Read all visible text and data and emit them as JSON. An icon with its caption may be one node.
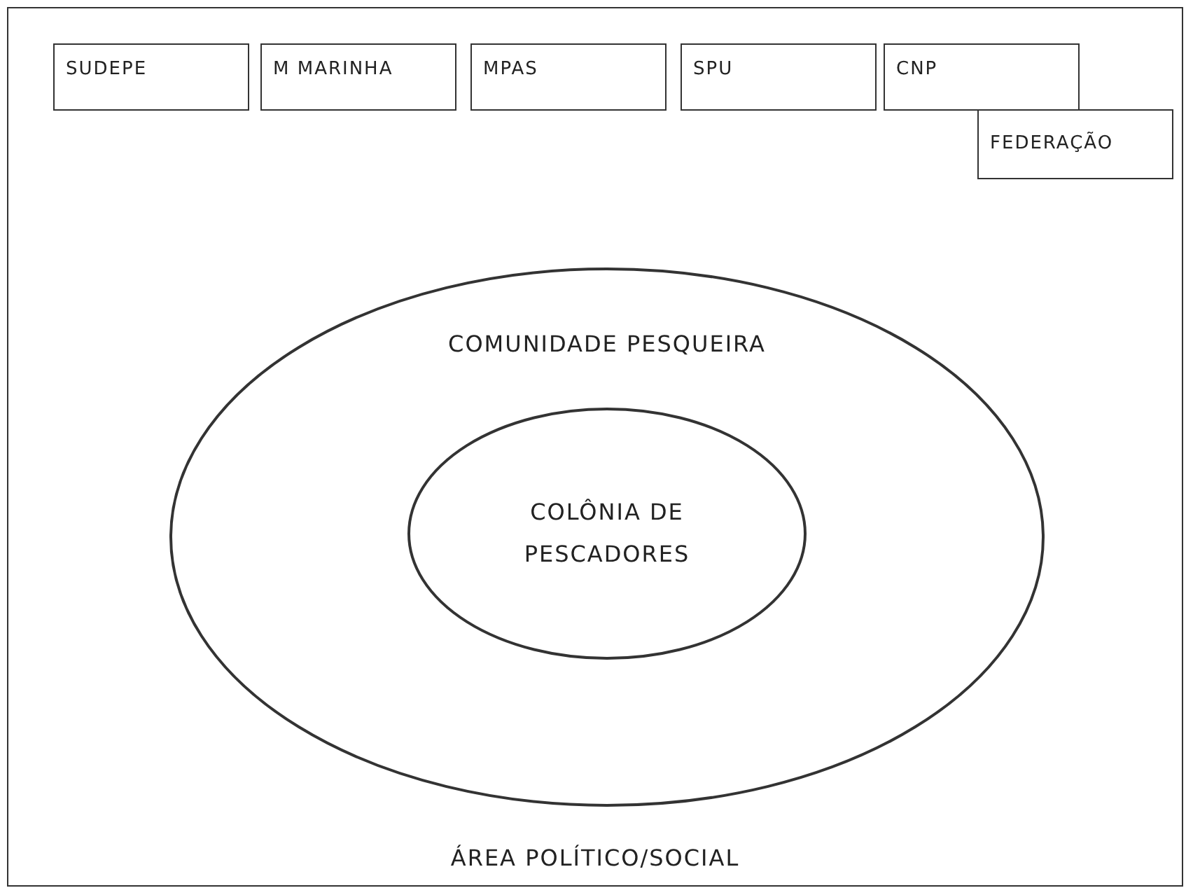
{
  "diagram": {
    "nodes": [
      {
        "text": [
          "ÁREA POLÍTICO/SOCIAL"
        ]
      },
      {
        "text": [
          "SUDEPE"
        ],
        "in": 0
      },
      {
        "text": [
          "M MARINHA"
        ],
        "in": 0
      },
      {
        "text": [
          "MPAS"
        ],
        "in": 0
      },
      {
        "text": [
          "SPU"
        ],
        "in": 0
      },
      {
        "text": [
          "CNP"
        ],
        "in": 0
      },
      {
        "text": [
          "FEDERAÇÃO"
        ],
        "in": 0
      },
      {
        "text": [
          "COMUNIDADE PESQUEIRA"
        ],
        "in": 0
      },
      {
        "text": [
          "COLÔNIA DE PESCADORES"
        ],
        "in": 7
      }
    ],
    "edges": []
  }
}
